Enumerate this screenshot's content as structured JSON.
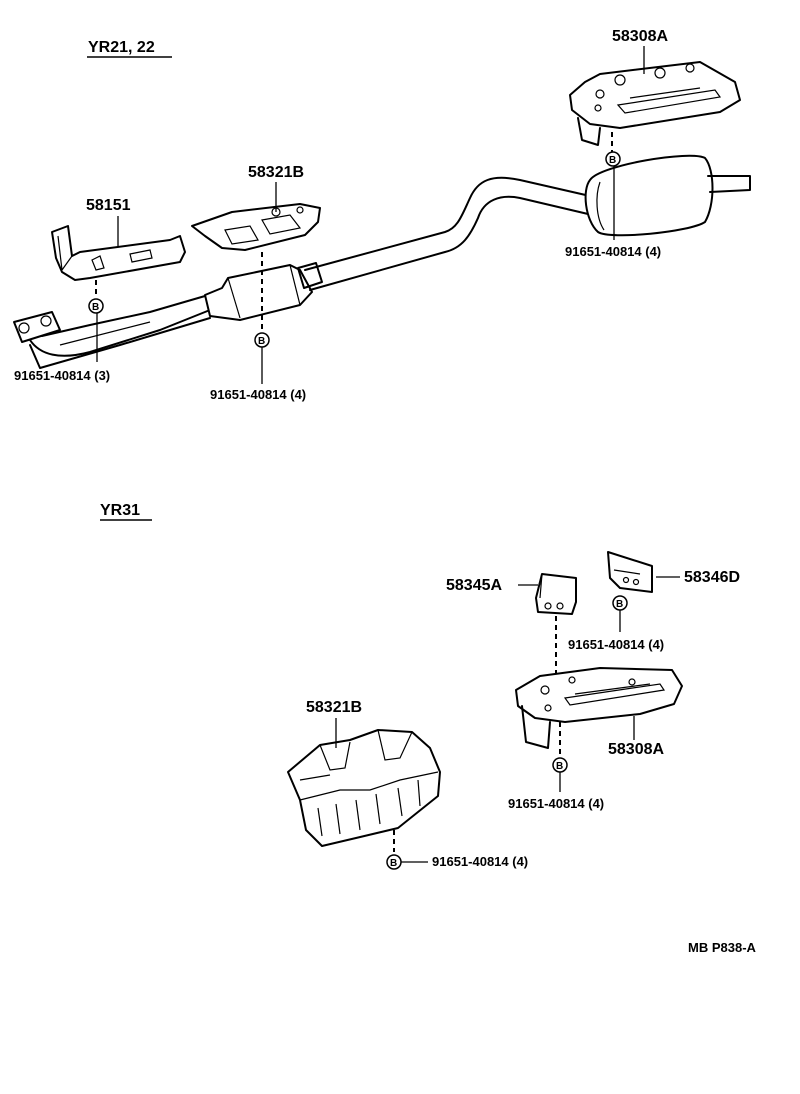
{
  "sections": {
    "top": "YR21, 22",
    "bottom": "YR31"
  },
  "parts": {
    "p_58308A_top": "58308A",
    "p_58321B_top": "58321B",
    "p_58151": "58151",
    "p_58345A": "58345A",
    "p_58346D": "58346D",
    "p_58321B_bottom": "58321B",
    "p_58308A_bottom": "58308A"
  },
  "bolts": {
    "marker": "B",
    "b1": "91651-40814  (4)",
    "b2": "91651-40814  (3)",
    "b3": "91651-40814  (4)",
    "b4": "91651-40814  (4)",
    "b5": "91651-40814  (4)",
    "b6": "91651-40814  (4)"
  },
  "figure_code": "MB P838-A"
}
